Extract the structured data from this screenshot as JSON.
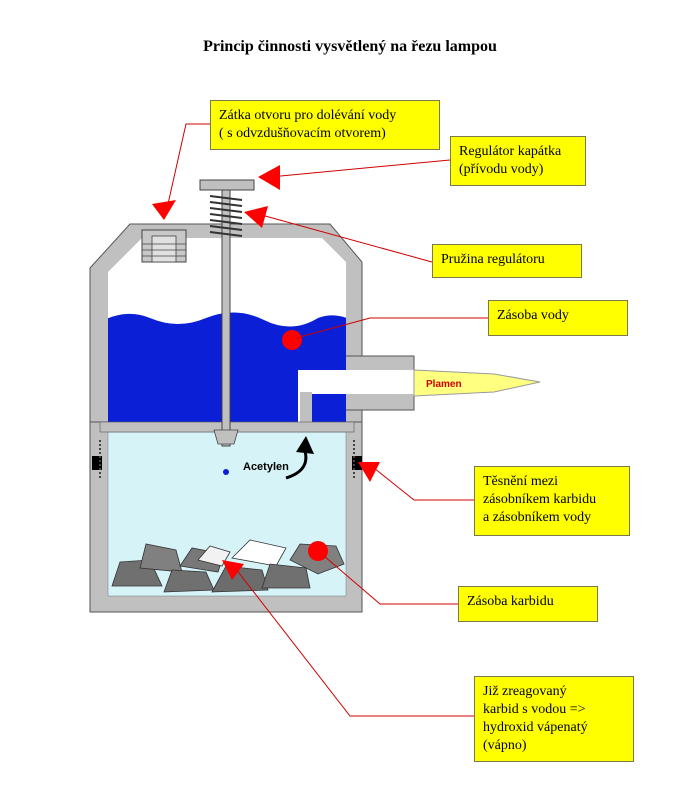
{
  "title": "Princip činnosti vysvětlený na řezu lampou",
  "callouts": {
    "plug": [
      "Zátka otvoru pro dolévání vody",
      "( s odvzdušňovacím otvorem)"
    ],
    "regulator": [
      "Regulátor kapátka",
      "(přívodu vody)"
    ],
    "spring": [
      "Pružina regulátoru"
    ],
    "water_reserve": [
      "Zásoba vody"
    ],
    "seal": [
      "Těsnění mezi",
      "zásobníkem karbidu",
      "a zásobníkem vody"
    ],
    "carbide_reserve": [
      "Zásoba karbidu"
    ],
    "reacted_carbide": [
      "Již zreagovaný",
      "karbid s vodou =>",
      "hydroxid vápenatý",
      "(vápno)"
    ]
  },
  "labels": {
    "flame": "Plamen",
    "acetylene": "Acetylen"
  },
  "colors": {
    "callout_fill": "#ffff00",
    "lamp_body": "#c0c0c0",
    "water": "#0a1fd6",
    "carbide_chamber": "#d6f3f8",
    "leader_line": "#d00000",
    "arrow_head": "#ff0000",
    "flame_fill": "#ffff80",
    "flame_text": "#d00000",
    "carbide_rock": "#707070"
  }
}
